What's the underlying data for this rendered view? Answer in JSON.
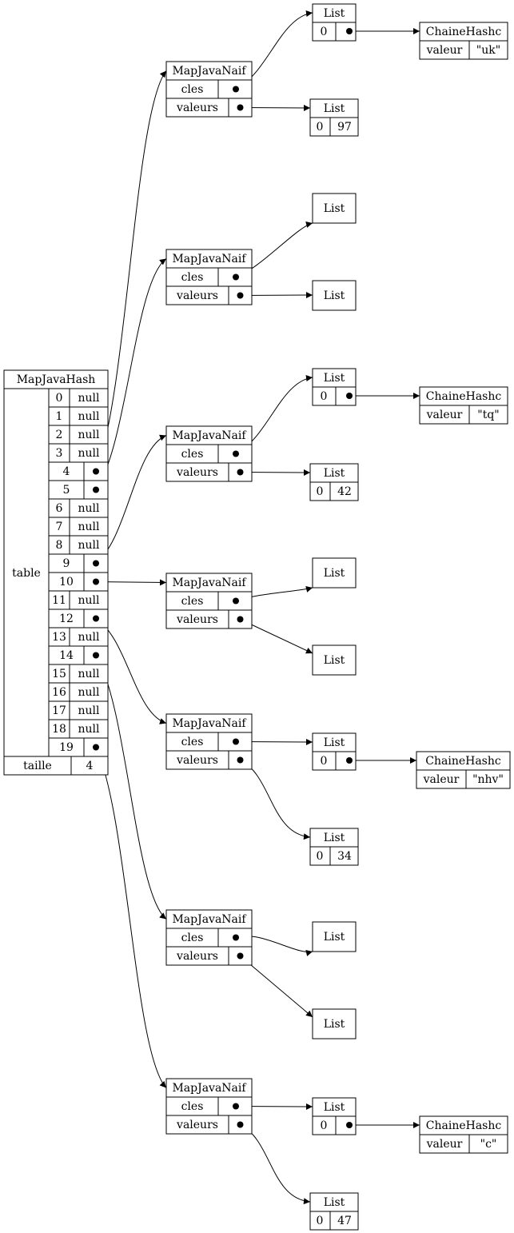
{
  "colors": {
    "background": "#ffffff",
    "stroke": "#000000"
  },
  "map": {
    "title": "MapJavaHash",
    "table_label": "table",
    "slots": [
      {
        "index": "0",
        "value": "null"
      },
      {
        "index": "1",
        "value": "null"
      },
      {
        "index": "2",
        "value": "null"
      },
      {
        "index": "3",
        "value": "null"
      },
      {
        "index": "4",
        "value": ""
      },
      {
        "index": "5",
        "value": ""
      },
      {
        "index": "6",
        "value": "null"
      },
      {
        "index": "7",
        "value": "null"
      },
      {
        "index": "8",
        "value": "null"
      },
      {
        "index": "9",
        "value": ""
      },
      {
        "index": "10",
        "value": ""
      },
      {
        "index": "11",
        "value": "null"
      },
      {
        "index": "12",
        "value": ""
      },
      {
        "index": "13",
        "value": "null"
      },
      {
        "index": "14",
        "value": ""
      },
      {
        "index": "15",
        "value": "null"
      },
      {
        "index": "16",
        "value": "null"
      },
      {
        "index": "17",
        "value": "null"
      },
      {
        "index": "18",
        "value": "null"
      },
      {
        "index": "19",
        "value": ""
      }
    ],
    "size_label": "taille",
    "size_value": "4"
  },
  "naif_title": "MapJavaNaif",
  "naif_keys_label": "cles",
  "naif_values_label": "valeurs",
  "list_title": "List",
  "chaine_title": "ChaineHashc",
  "chaine_field_label": "valeur",
  "entries": [
    {
      "slot": "4",
      "key_index": "0",
      "key_value": "\"uk\"",
      "value_index": "0",
      "value_value": "97"
    },
    {
      "slot": "5",
      "key_index": "",
      "key_value": "",
      "value_index": "",
      "value_value": ""
    },
    {
      "slot": "9",
      "key_index": "0",
      "key_value": "\"tq\"",
      "value_index": "0",
      "value_value": "42"
    },
    {
      "slot": "10",
      "key_index": "",
      "key_value": "",
      "value_index": "",
      "value_value": ""
    },
    {
      "slot": "12",
      "key_index": "0",
      "key_value": "\"nhv\"",
      "value_index": "0",
      "value_value": "34"
    },
    {
      "slot": "14",
      "key_index": "",
      "key_value": "",
      "value_index": "",
      "value_value": ""
    },
    {
      "slot": "19",
      "key_index": "0",
      "key_value": "\"c\"",
      "value_index": "0",
      "value_value": "47"
    }
  ]
}
